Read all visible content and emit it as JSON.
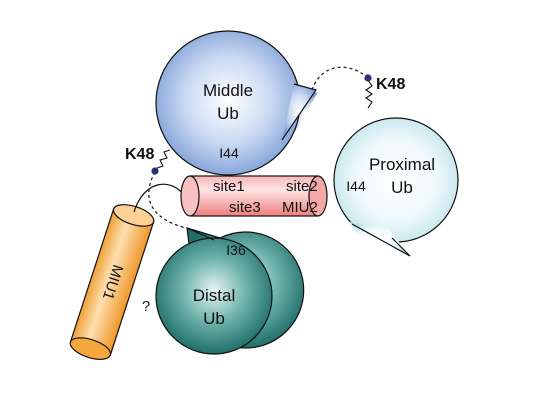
{
  "ubiquitins": {
    "middle": {
      "line1": "Middle",
      "line2": "Ub",
      "site": "I44"
    },
    "proximal": {
      "line1": "Proximal",
      "line2": "Ub",
      "site": "I44"
    },
    "distal": {
      "line1": "Distal",
      "line2": "Ub",
      "site": "I36"
    }
  },
  "linkages": {
    "upper": "K48",
    "lower": "K48"
  },
  "miu2": {
    "name": "MIU2",
    "site1": "site1",
    "site2": "site2",
    "site3": "site3"
  },
  "miu1": {
    "name": "MIU1",
    "uncertain": "?"
  },
  "colors": {
    "middle_ub": "#8fb0e0",
    "proximal_ub": "#d8f0f4",
    "distal_ub": "#2f8a82",
    "miu2": "#f28a8a",
    "miu1": "#f5a63c",
    "linker_dot": "#2a2f7a"
  }
}
